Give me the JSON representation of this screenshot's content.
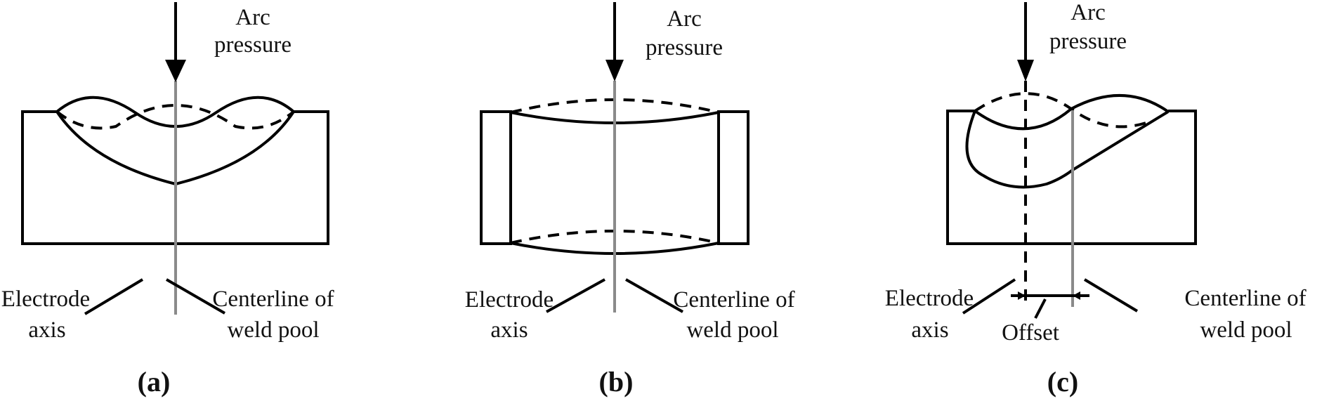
{
  "figure": {
    "panels": [
      {
        "id": "a",
        "caption": "(a)",
        "arrow_label_line1": "Arc",
        "arrow_label_line2": "pressure",
        "left_label_line1": "Electrode",
        "left_label_line2": "axis",
        "right_label_line1": "Centerline of",
        "right_label_line2": "weld pool"
      },
      {
        "id": "b",
        "caption": "(b)",
        "arrow_label_line1": "Arc",
        "arrow_label_line2": "pressure",
        "left_label_line1": "Electrode",
        "left_label_line2": "axis",
        "right_label_line1": "Centerline of",
        "right_label_line2": "weld pool"
      },
      {
        "id": "c",
        "caption": "(c)",
        "arrow_label_line1": "Arc",
        "arrow_label_line2": "pressure",
        "left_label_line1": "Electrode",
        "left_label_line2": "axis",
        "right_label_line1": "Centerline of",
        "right_label_line2": "weld pool",
        "offset_label": "Offset"
      }
    ],
    "colors": {
      "line": "#000000",
      "centerline": "#8a8a8a",
      "background": "#ffffff"
    }
  }
}
